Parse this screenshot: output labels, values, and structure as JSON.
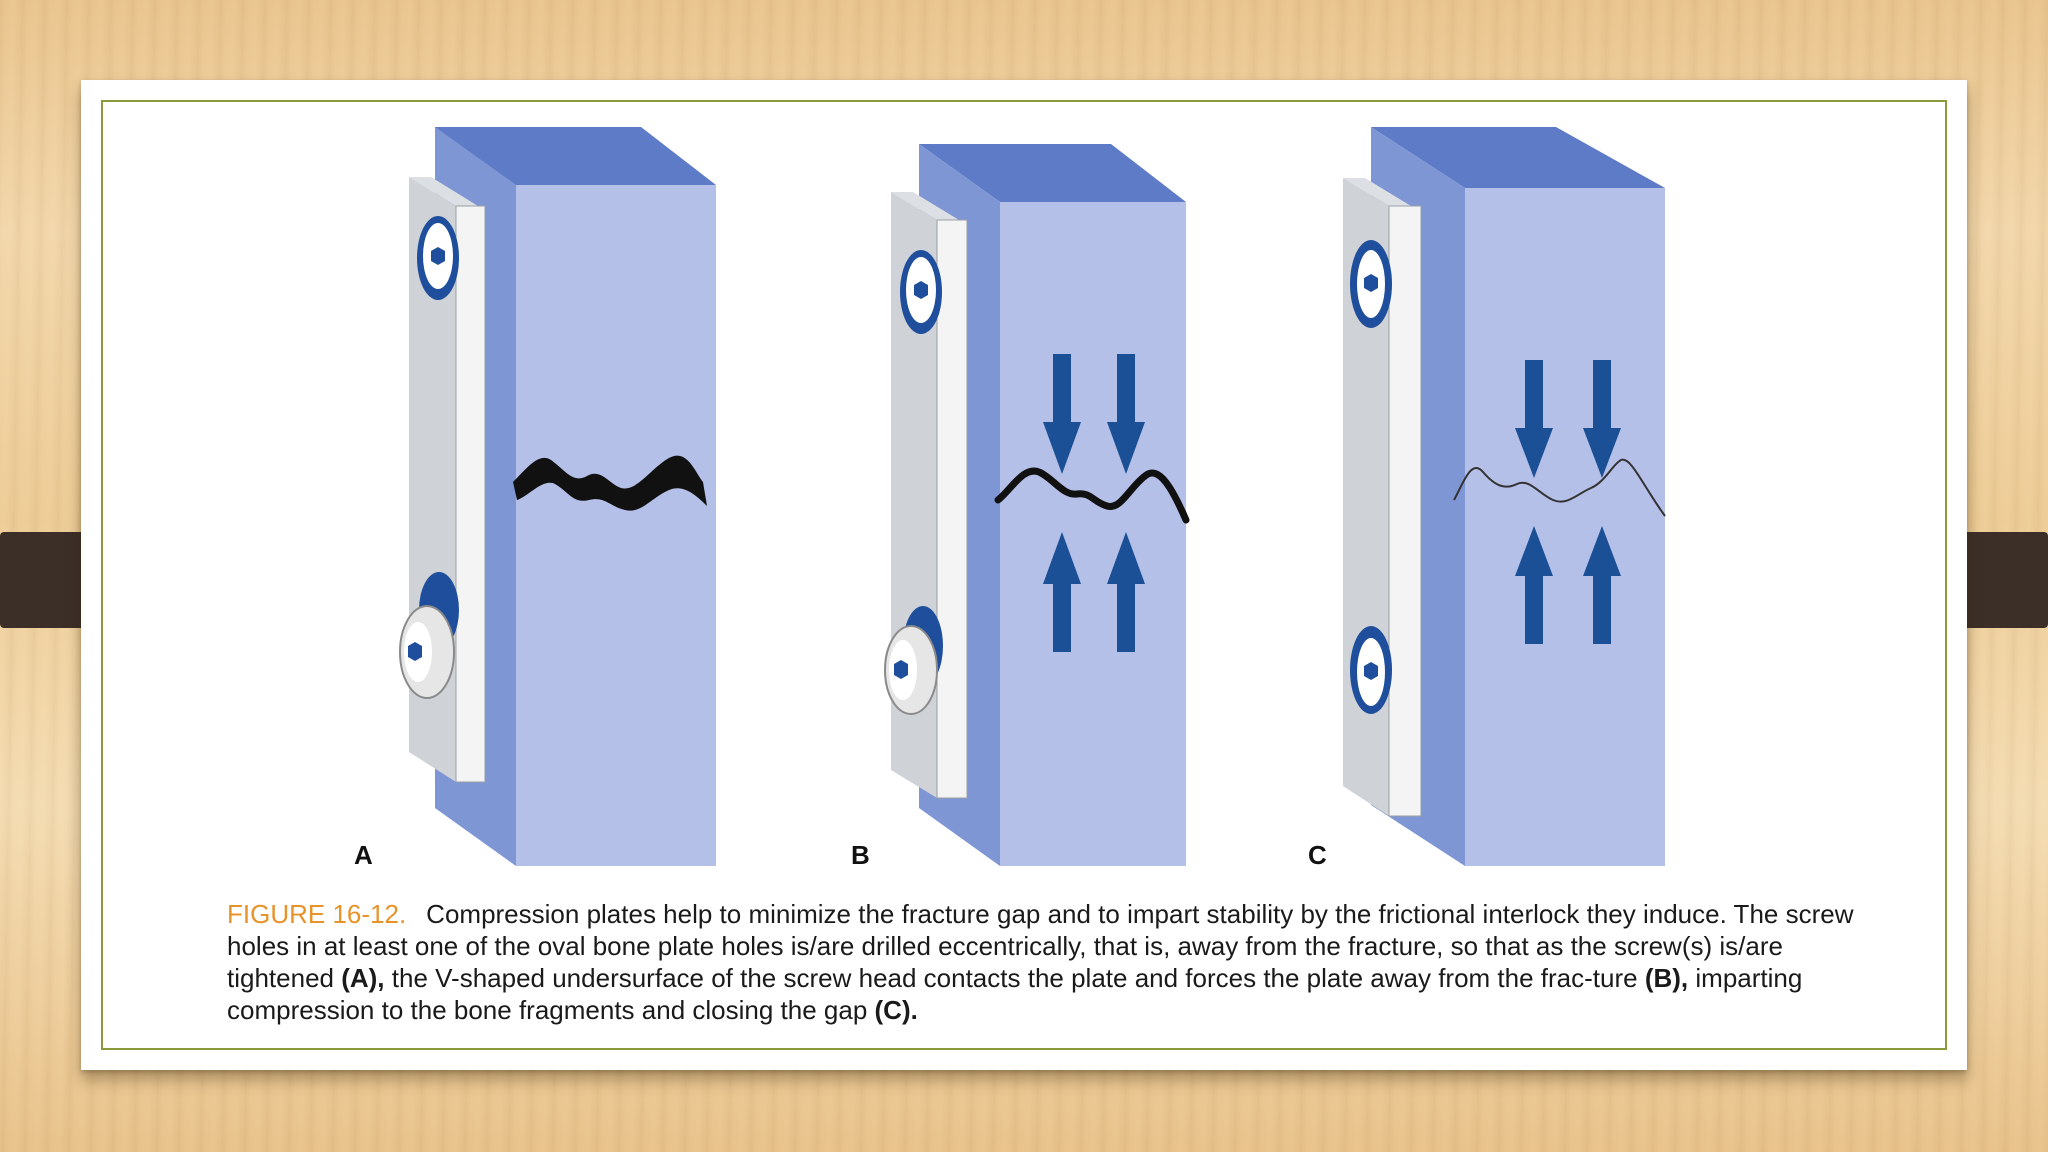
{
  "figure": {
    "panel_labels": [
      "A",
      "B",
      "C"
    ],
    "caption_number": "FIGURE 16-12.",
    "caption_parts": [
      {
        "text": "Compression plates help to minimize the fracture gap and to impart stability by the frictional interlock they induce. The screw holes in at least one of the oval bone plate holes is/are drilled eccentrically, that is, away from the fracture, so that as the screw(s) is/are tightened ",
        "bold": false
      },
      {
        "text": "(A),",
        "bold": true
      },
      {
        "text": " the V-shaped undersurface of the screw head contacts the plate and forces the plate away from the frac-ture ",
        "bold": false
      },
      {
        "text": "(B),",
        "bold": true
      },
      {
        "text": " imparting compression to the bone fragments and closing the gap ",
        "bold": false
      },
      {
        "text": "(C).",
        "bold": true
      }
    ]
  },
  "colors": {
    "bone_front": "#b4c0e8",
    "bone_side": "#7f96d4",
    "bone_top": "#5d7bc6",
    "plate_face": "#f4f4f4",
    "plate_edge": "#cfd2d6",
    "hole_blue": "#1f4f9c",
    "arrow_blue": "#1b4f96",
    "fracture": "#111111",
    "caption_number": "#e8932a",
    "frame_green": "#8a9a3c",
    "slide_tab": "#3b2f28"
  },
  "icons": [
    "compression-arrow-icon",
    "screw-head-icon"
  ]
}
